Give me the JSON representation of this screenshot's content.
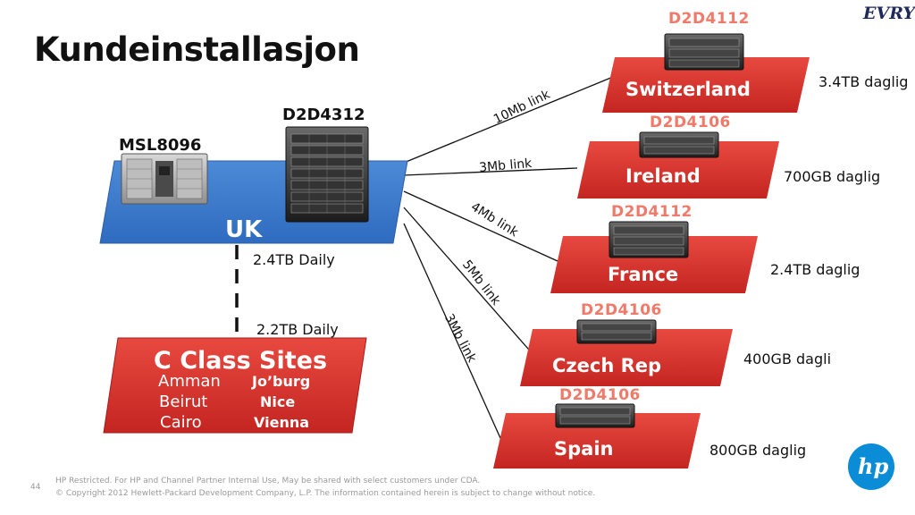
{
  "title": "Kundeinstallasjon",
  "brand": {
    "evry": "EVRY",
    "hp": "hp",
    "accent": "#d9322f",
    "uk_blue": "#3a78c8",
    "hp_blue": "#0a8dd6"
  },
  "uk": {
    "label": "UK",
    "library_model": "MSL8096",
    "server_model": "D2D4312",
    "link_c_class_top": "2.4TB Daily",
    "link_c_class_bottom": "2.2TB Daily"
  },
  "c_class": {
    "title": "C Class Sites",
    "cities_left": [
      "Amman",
      "Beirut",
      "Cairo"
    ],
    "cities_right": [
      "Jo’burg",
      "Nice",
      "Vienna"
    ]
  },
  "sites": [
    {
      "name": "Switzerland",
      "model": "D2D4112",
      "amount": "3.4TB daglig",
      "link": "10Mb link"
    },
    {
      "name": "Ireland",
      "model": "D2D4106",
      "amount": "700GB daglig",
      "link": "3Mb link"
    },
    {
      "name": "France",
      "model": "D2D4112",
      "amount": "2.4TB daglig",
      "link": "4Mb link"
    },
    {
      "name": "Czech Rep",
      "model": "D2D4106",
      "amount": "400GB dagli",
      "link": "5Mb link"
    },
    {
      "name": "Spain",
      "model": "D2D4106",
      "amount": "800GB daglig",
      "link": "3Mb link"
    }
  ],
  "footer": {
    "page_number": "44",
    "line1": "HP Restricted. For HP and Channel Partner Internal Use, May be shared with select customers under CDA.",
    "line2": "© Copyright 2012 Hewlett-Packard Development Company, L.P.  The information contained herein is subject to change without notice."
  }
}
